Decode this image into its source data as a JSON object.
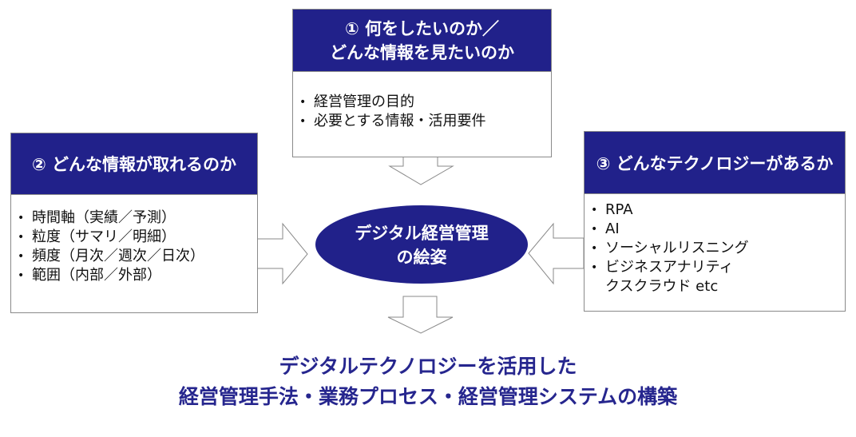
{
  "colors": {
    "header_bg": "#21218a",
    "accent_text": "#26268e",
    "border": "#8a8a8a"
  },
  "box1": {
    "title_line1": "① 何をしたいのか／",
    "title_line2": "どんな情報を見たいのか",
    "items": [
      "経営管理の目的",
      "必要とする情報・活用要件"
    ]
  },
  "box2": {
    "title": "② どんな情報が取れるのか",
    "items": [
      "時間軸（実績／予測）",
      "粒度（サマリ／明細）",
      "頻度（月次／週次／日次）",
      "範囲（内部／外部）"
    ]
  },
  "box3": {
    "title": "③ どんなテクノロジーがあるか",
    "items": [
      "RPA",
      "AI",
      "ソーシャルリスニング",
      "ビジネスアナリティ",
      "クスクラウド etc"
    ]
  },
  "center": {
    "line1": "デジタル経営管理",
    "line2": "の絵姿"
  },
  "conclusion": {
    "line1": "デジタルテクノロジーを活用した",
    "line2": "経営管理手法・業務プロセス・経営管理システムの構築"
  }
}
